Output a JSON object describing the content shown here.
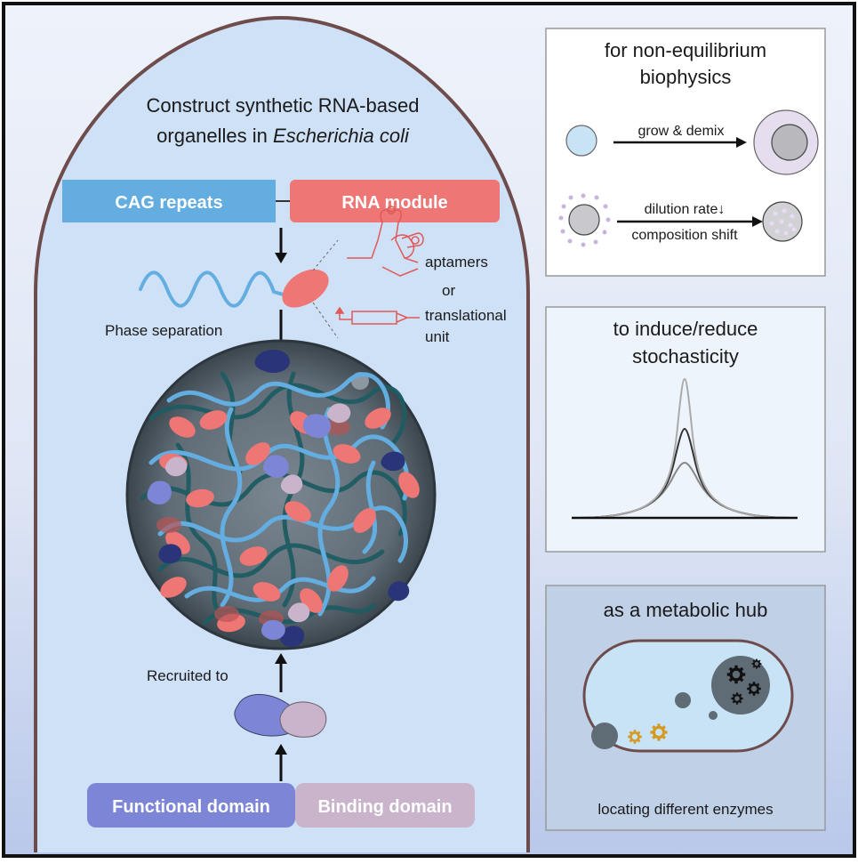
{
  "cell": {
    "title_line1": "Construct synthetic RNA-based",
    "title_line2_prefix": "organelles in ",
    "title_line2_species": "Escherichia coli"
  },
  "construct": {
    "cag_label": "CAG repeats",
    "rna_module_label": "RNA module",
    "aptamers_label": "aptamers",
    "or_label": "or",
    "translational_line1": "translational",
    "translational_line2": "unit",
    "phase_separation_label": "Phase separation",
    "recruited_label": "Recruited to",
    "functional_domain_label": "Functional domain",
    "binding_domain_label": "Binding domain"
  },
  "panel_nonequilibrium": {
    "title_line1": "for non-equilibrium",
    "title_line2": "biophysics",
    "grow_label": "grow & demix",
    "dilution_label": "dilution rate↓",
    "composition_label": "composition shift"
  },
  "panel_stochasticity": {
    "title_line1": "to induce/reduce",
    "title_line2": "stochasticity"
  },
  "panel_hub": {
    "title": "as a metabolic hub",
    "caption": "locating different enzymes"
  },
  "colors": {
    "cag_blue": "#63ade0",
    "rna_red": "#ee7674",
    "functional_purple": "#7d86d6",
    "binding_mauve": "#c9b4cb",
    "cell_border": "#6e4c4c",
    "cell_fill": "#cfe1f6",
    "gear_gold": "#d49a22"
  }
}
